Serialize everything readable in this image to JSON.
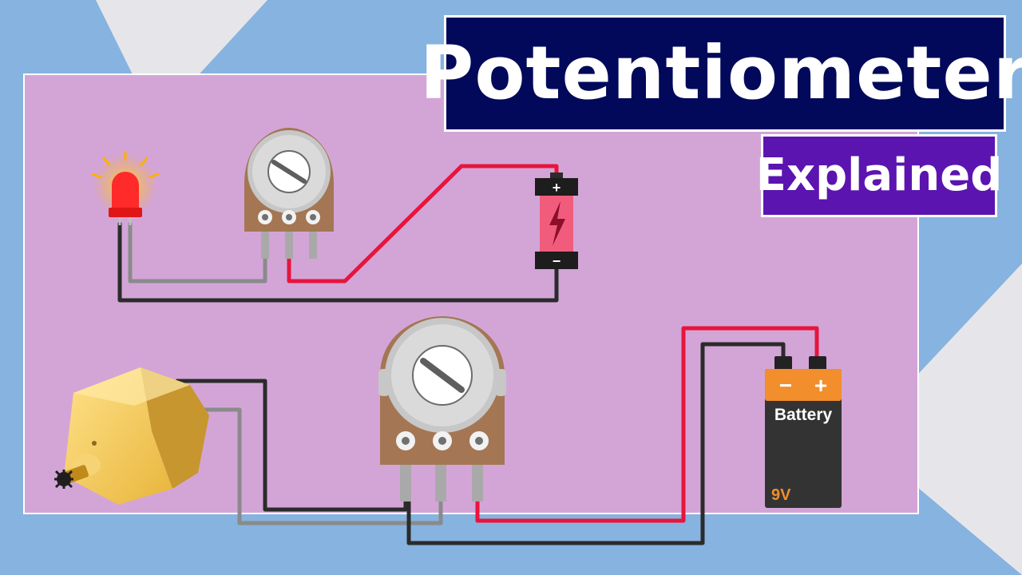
{
  "title": "Potentiometer",
  "subtitle": "Explained",
  "battery_small": {
    "positive_symbol": "+",
    "negative_symbol": "−"
  },
  "battery_9v": {
    "negative_symbol": "−",
    "positive_symbol": "+",
    "label": "Battery",
    "voltage": "9V"
  },
  "colors": {
    "background": "#86b3df",
    "panel": "#d3a5d7",
    "title_bg": "#02095a",
    "subtitle_bg": "#5b14b0",
    "wire_red": "#e8143c",
    "wire_black": "#2b2b2b",
    "wire_gray": "#8a8a8a",
    "battery_orange": "#f28e2b"
  }
}
